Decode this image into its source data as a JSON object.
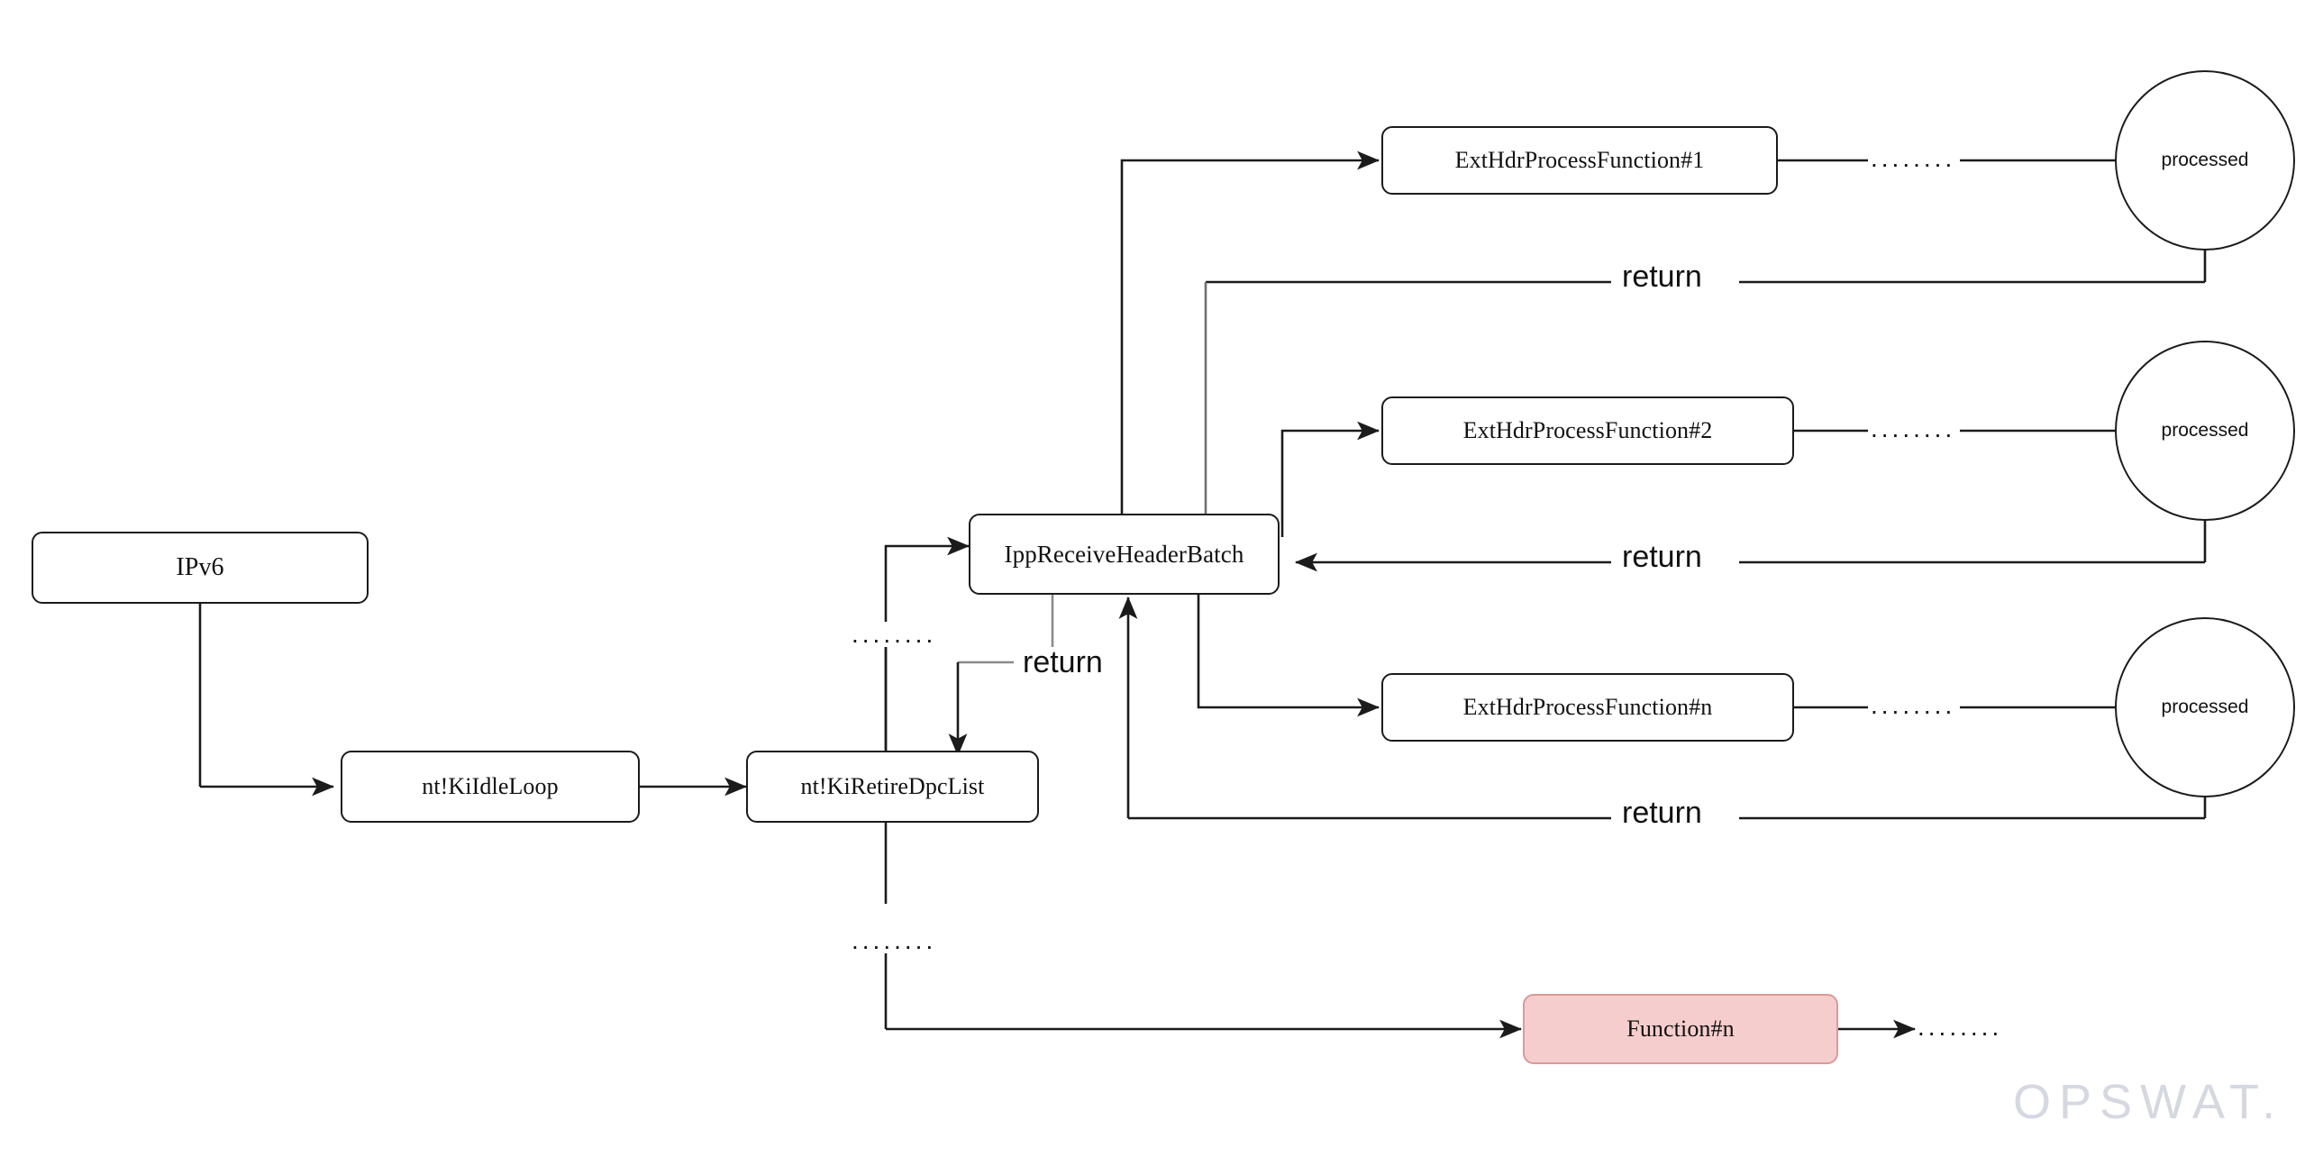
{
  "diagram": {
    "title": "IPv6 extension header processing call flow",
    "background": "#ffffff",
    "line_color": "#1b1b1b",
    "accent_fill": "#f6cdcd",
    "accent_border": "#d99a9a",
    "watermark": "OPSWAT."
  },
  "nodes": {
    "ipv6": {
      "label": "IPv6",
      "shape": "rounded-rect",
      "font_size": "28px"
    },
    "ki_idle_loop": {
      "label": "nt!KiIdleLoop",
      "shape": "rounded-rect",
      "font_size": "26px"
    },
    "ki_retire_dpc_list": {
      "label": "nt!KiRetireDpcList",
      "shape": "rounded-rect",
      "font_size": "26px"
    },
    "ipp_receive_header_batch": {
      "label": "IppReceiveHeaderBatch",
      "shape": "rounded-rect",
      "font_size": "27px"
    },
    "ext_hdr_1": {
      "label": "ExtHdrProcessFunction#1",
      "shape": "rounded-rect",
      "font_size": "26px"
    },
    "ext_hdr_2": {
      "label": "ExtHdrProcessFunction#2",
      "shape": "rounded-rect",
      "font_size": "26px"
    },
    "ext_hdr_n": {
      "label": "ExtHdrProcessFunction#n",
      "shape": "rounded-rect",
      "font_size": "26px"
    },
    "processed_1": {
      "label": "processed",
      "shape": "circle"
    },
    "processed_2": {
      "label": "processed",
      "shape": "circle"
    },
    "processed_n": {
      "label": "processed",
      "shape": "circle"
    },
    "function_n": {
      "label": "Function#n",
      "shape": "rounded-rect",
      "font_size": "26px",
      "highlight": true
    }
  },
  "edge_labels": {
    "return_1": "return",
    "return_2": "return",
    "return_n": "return",
    "return_dpc": "return"
  },
  "ellipses": {
    "dots_row1": "........",
    "dots_row2": "........",
    "dots_rown": "........",
    "dots_dpc_above": "........",
    "dots_dpc_below": "........",
    "dots_function_n": "........"
  }
}
